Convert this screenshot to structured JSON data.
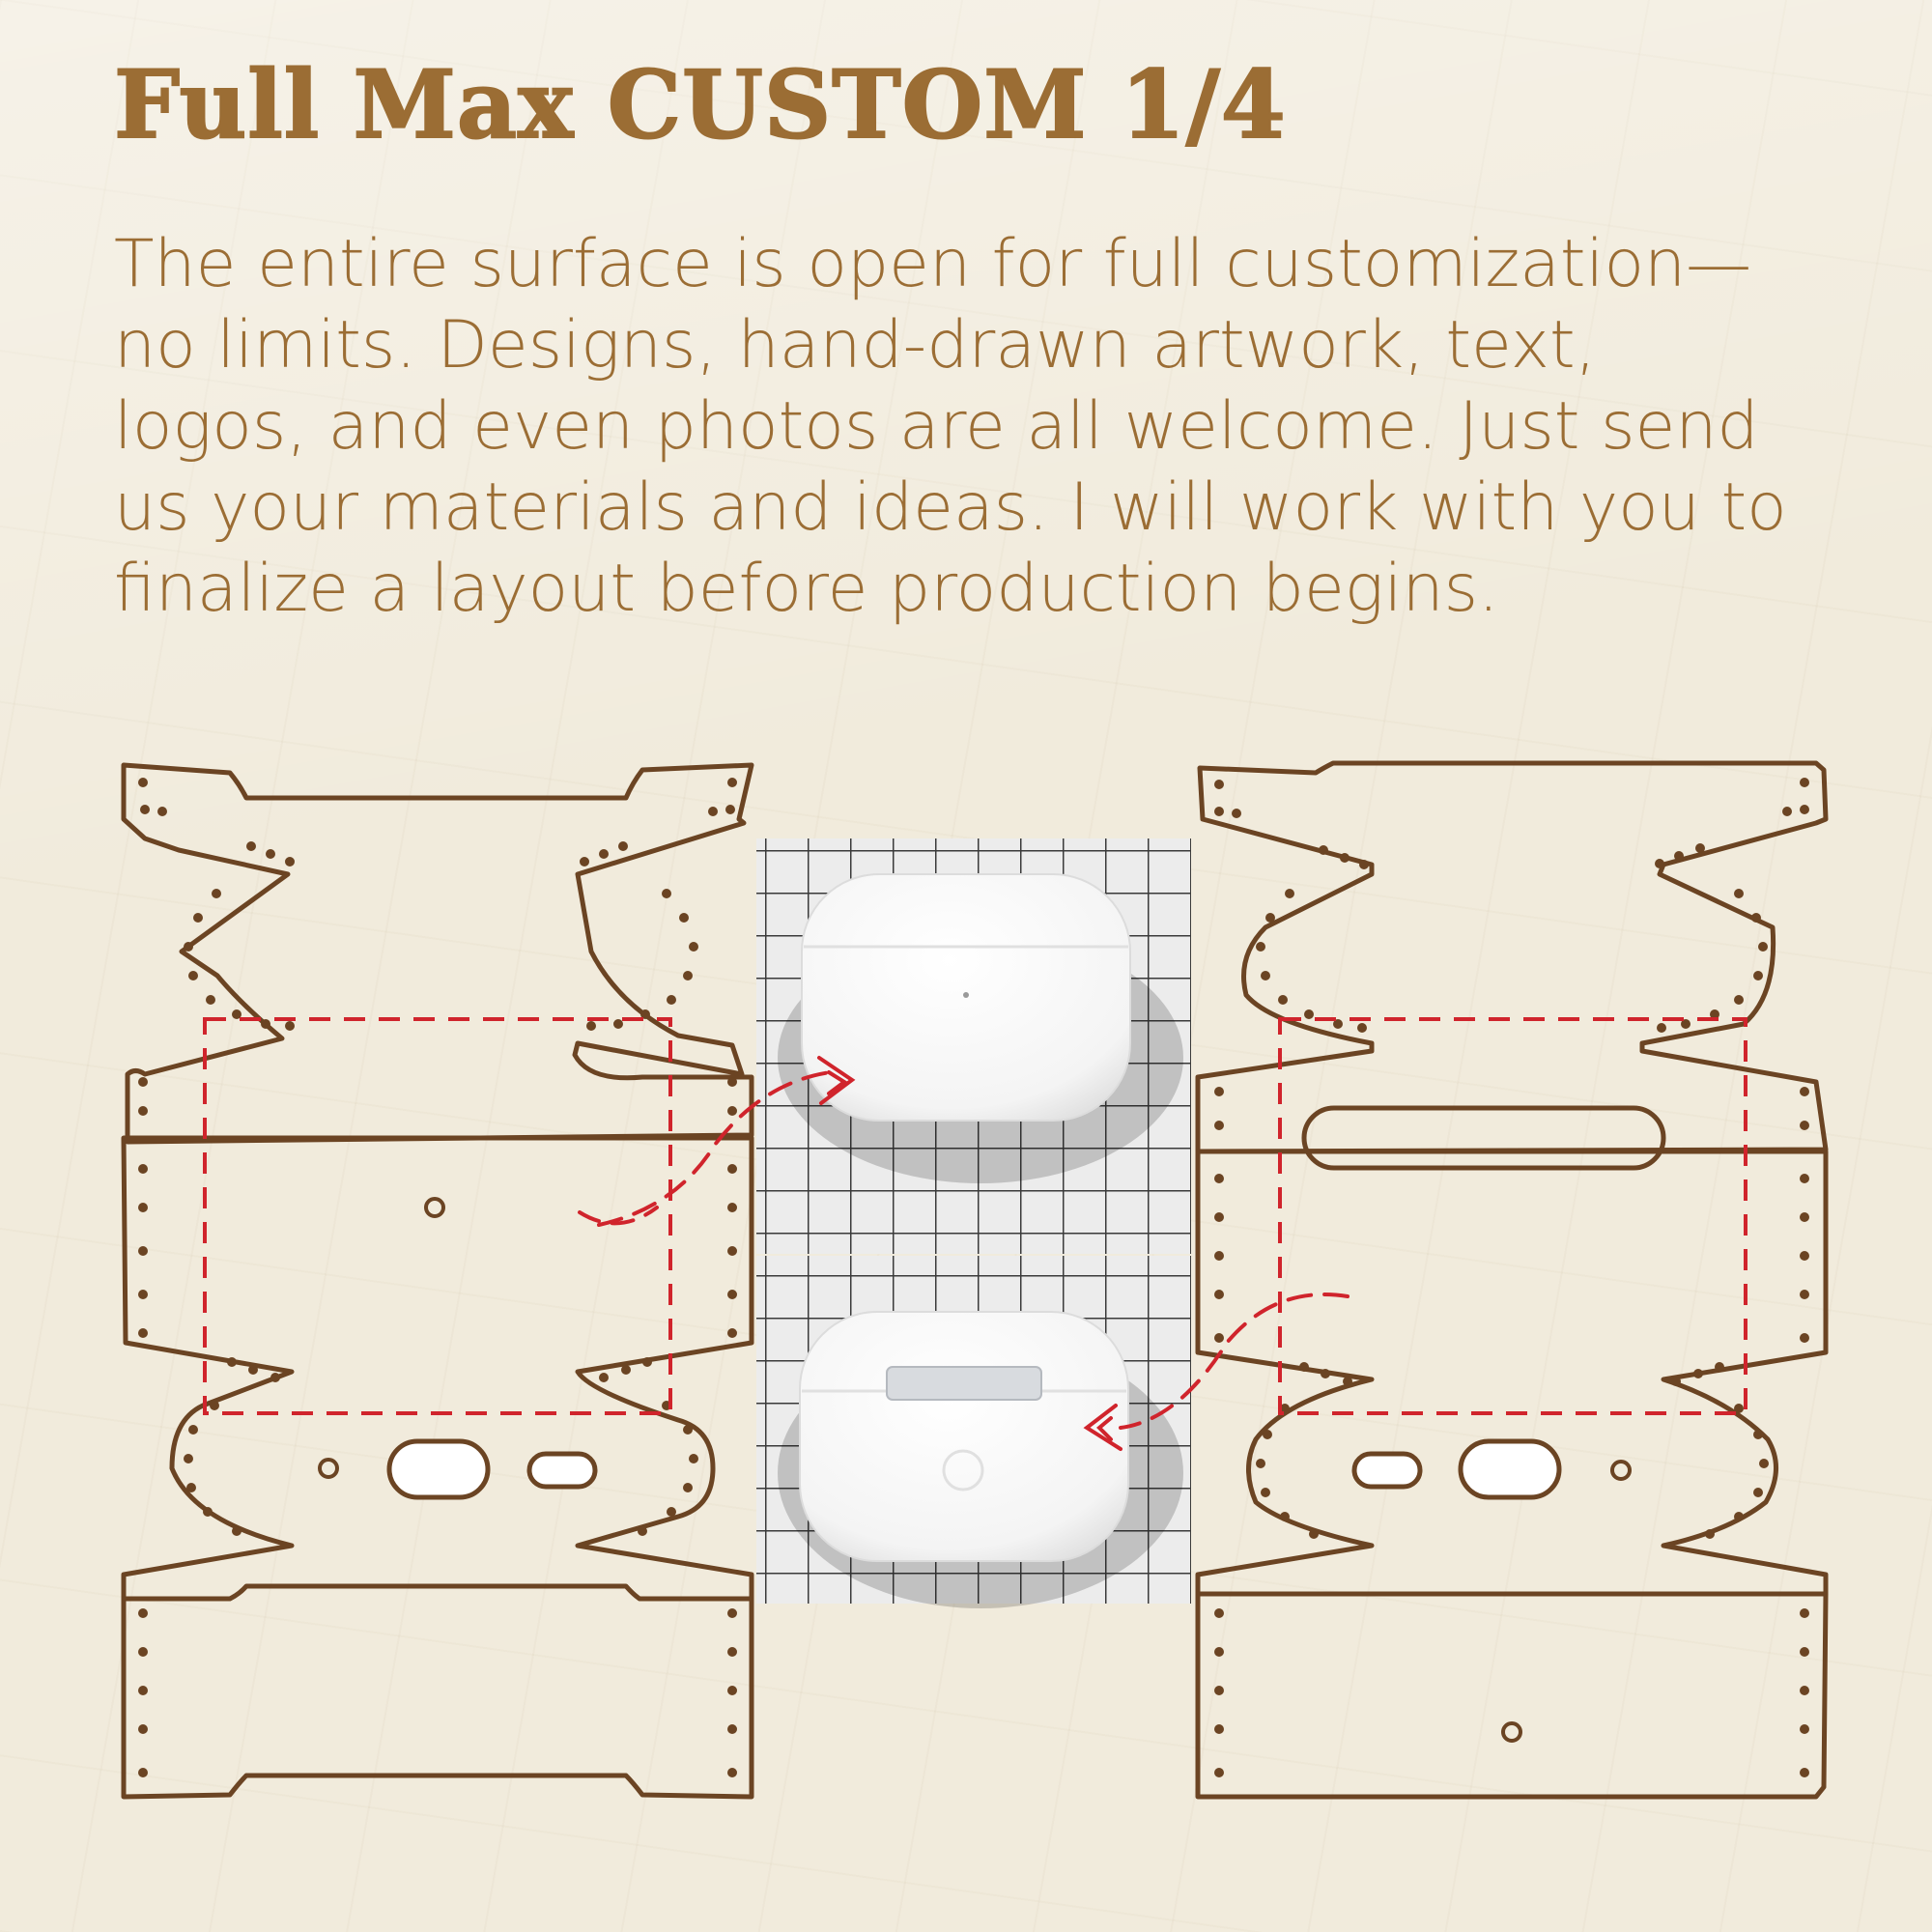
{
  "title": "Full Max CUSTOM 1/4",
  "description": {
    "lines": [
      "The entire surface is open for full customization—",
      "no limits. Designs, hand-drawn artwork, text,",
      "logos, and even photos are all welcome. Just send",
      "us your materials and ideas. I will work with you to",
      "finalize a layout before production begins."
    ]
  },
  "colors": {
    "brown": "#6b4423",
    "accent": "#9b6d34",
    "red_dash": "#d0242c",
    "background": "#f1ebdc"
  },
  "photos": [
    {
      "name": "case-front-photo",
      "view": "front"
    },
    {
      "name": "case-back-photo",
      "view": "back"
    }
  ]
}
